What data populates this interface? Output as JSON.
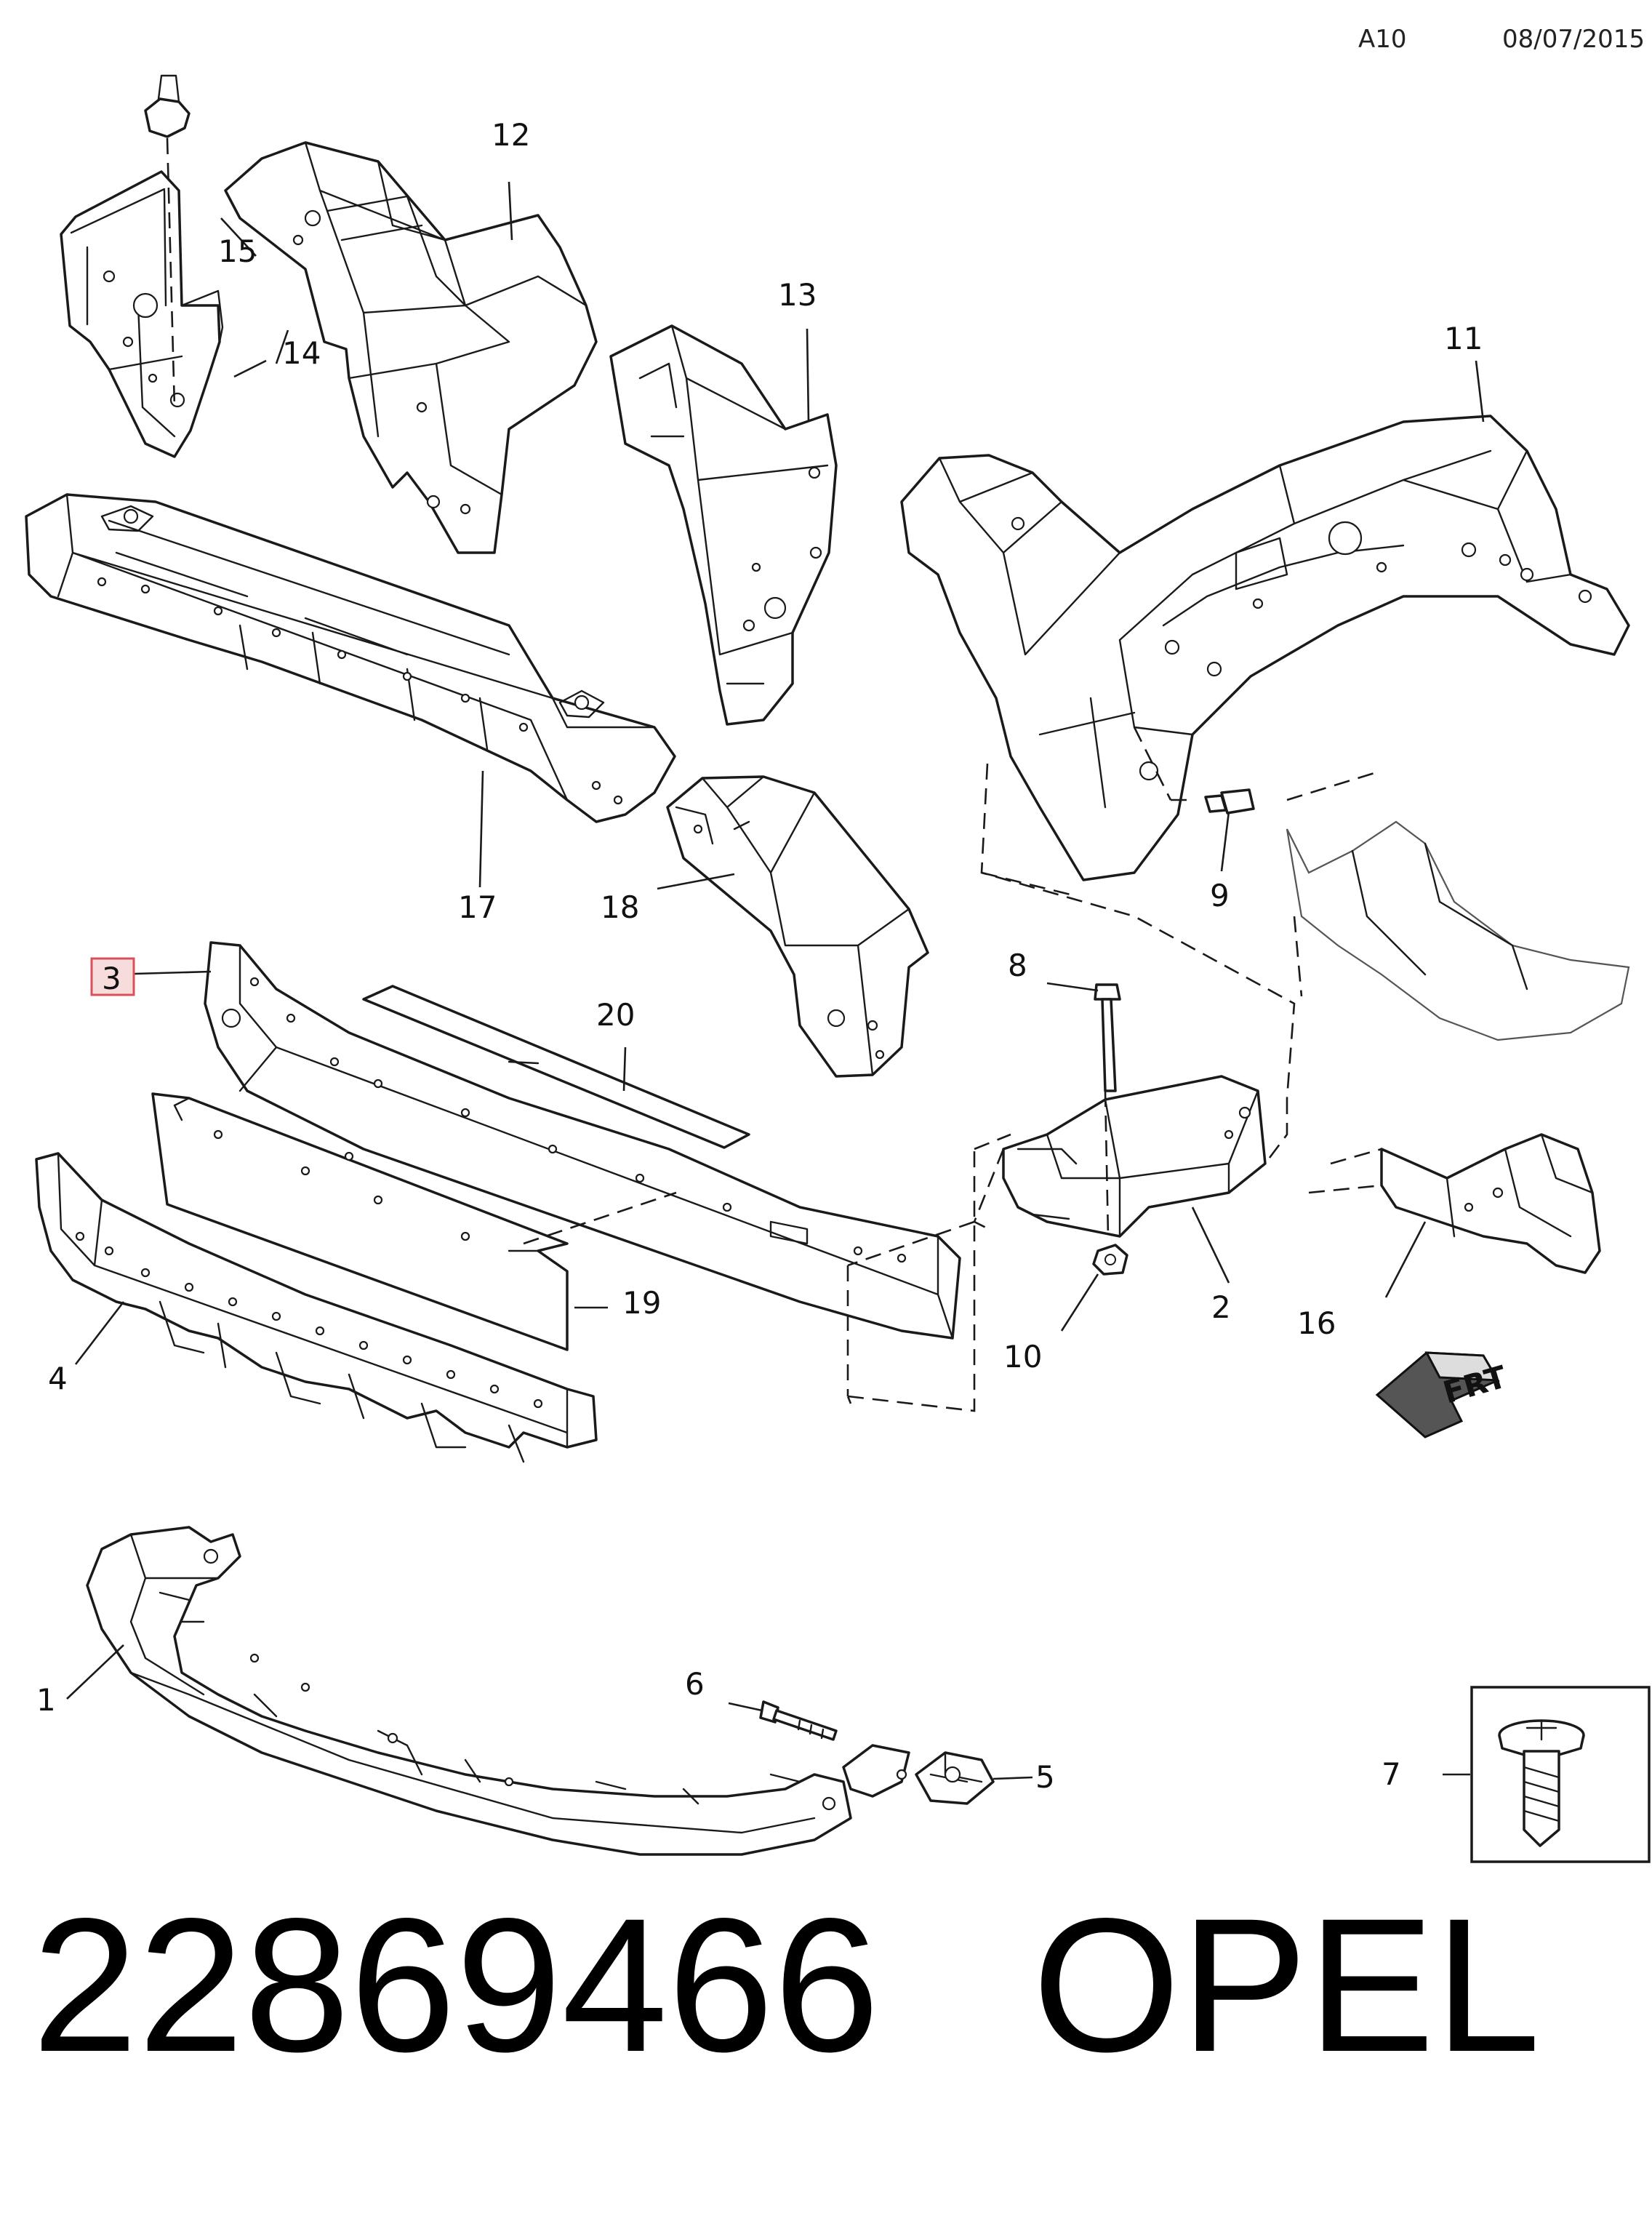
{
  "header": {
    "code": "A10",
    "date": "08/07/2015"
  },
  "callouts": [
    "1",
    "2",
    "3",
    "4",
    "5",
    "6",
    "7",
    "8",
    "9",
    "10",
    "11",
    "12",
    "13",
    "14",
    "15",
    "16",
    "17",
    "18",
    "19",
    "20"
  ],
  "highlighted_callout": "3",
  "orientation_arrow": {
    "label": "FRT"
  },
  "footer": {
    "part_number": "22869466",
    "brand": "OPEL"
  },
  "colors": {
    "highlight_fill": "#f7dcdc",
    "highlight_border": "#d8505a",
    "line": "#1a1a1a"
  }
}
